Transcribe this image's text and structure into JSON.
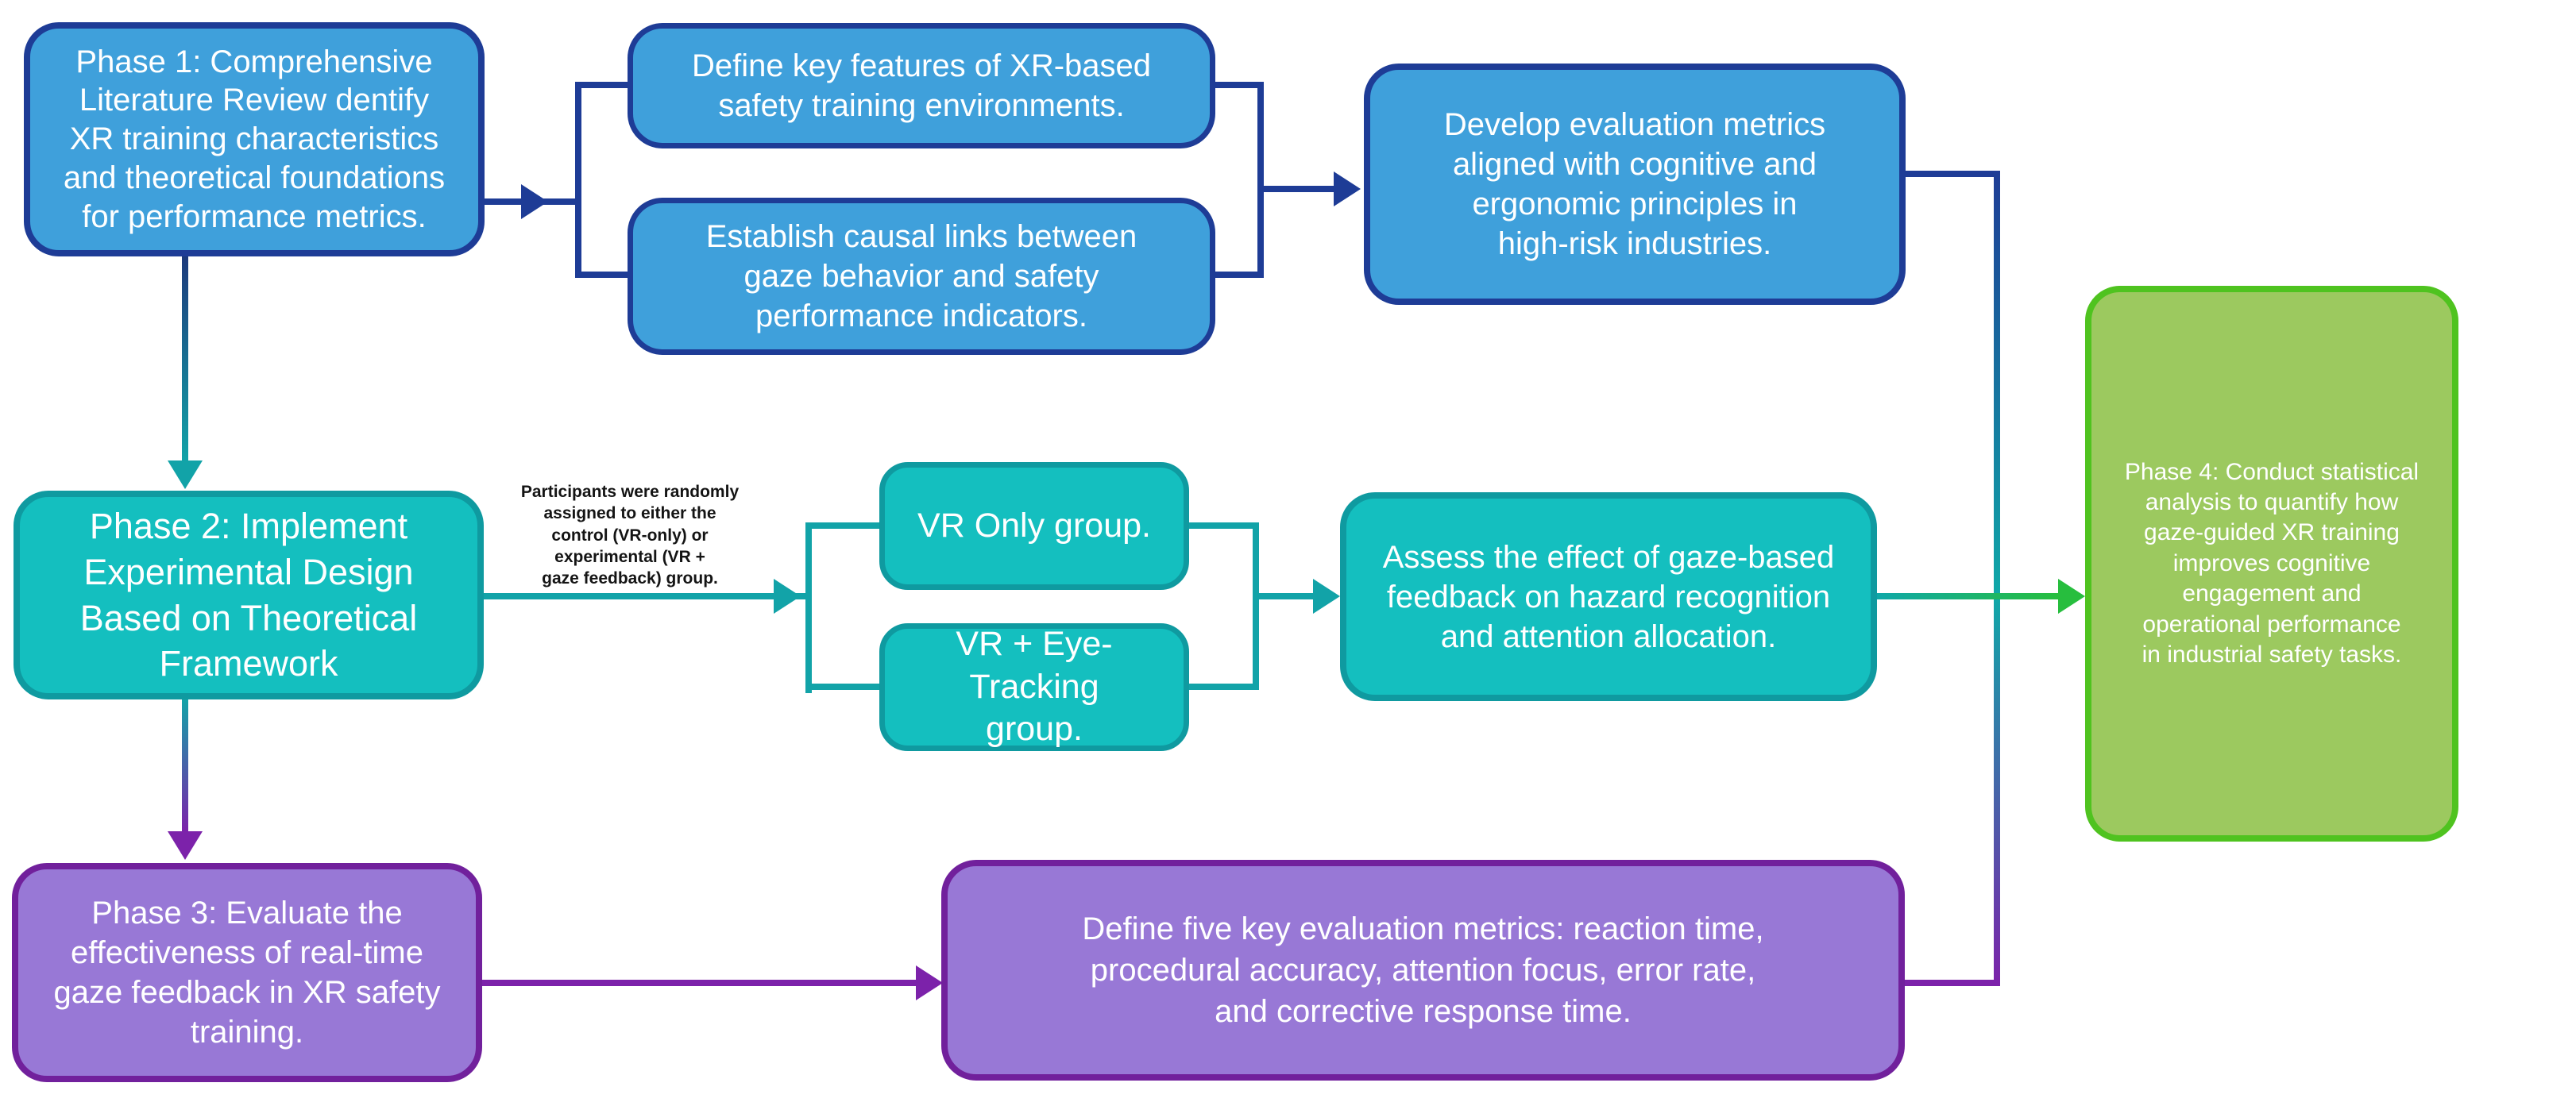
{
  "palette": {
    "background": "#ffffff",
    "blue_fill": "#3fa0db",
    "blue_border": "#1e3c96",
    "teal_fill": "#14bfbf",
    "teal_border": "#0f9aa0",
    "purple_fill": "#9878d6",
    "purple_border": "#71209c",
    "green_fill": "#9cc95f",
    "green_border": "#4fc31f",
    "navy_connector": "#1e3c96",
    "teal_connector": "#12a3a8",
    "purple_connector": "#7c22aa",
    "green_connector": "#27be3e",
    "node_text_color": "#ffffff",
    "annotation_text_color": "#141414"
  },
  "nodes": {
    "phase1": {
      "text": "Phase 1: Comprehensive\nLiterature Review dentify\nXR training characteristics\nand theoretical foundations\nfor performance metrics."
    },
    "define_features": {
      "text": "Define key features of XR-based\nsafety training environments."
    },
    "establish_links": {
      "text": "Establish causal links between\ngaze behavior and safety\nperformance indicators."
    },
    "develop_metrics": {
      "text": "Develop evaluation metrics\naligned with cognitive and\nergonomic principles in\nhigh-risk industries."
    },
    "phase2": {
      "text": "Phase 2: Implement\nExperimental Design\nBased on Theoretical\nFramework"
    },
    "vr_only": {
      "text": "VR Only group."
    },
    "vr_eye_tracking": {
      "text": "VR + Eye-Tracking\ngroup."
    },
    "assess": {
      "text": "Assess the effect of gaze-based\nfeedback on hazard recognition\nand attention allocation."
    },
    "phase3": {
      "text": "Phase 3: Evaluate the\neffectiveness of real-time\ngaze feedback in XR safety\ntraining."
    },
    "define_metrics": {
      "text": "Define five key evaluation metrics: reaction time,\nprocedural accuracy, attention focus, error rate,\nand corrective response time."
    },
    "phase4": {
      "text": "Phase 4: Conduct statistical\nanalysis to quantify how\ngaze-guided XR training\nimproves cognitive\nengagement and\noperational performance\nin industrial safety tasks."
    }
  },
  "annotation": {
    "text": "Participants were randomly\nassigned to either the\ncontrol (VR-only) or\nexperimental (VR +\ngaze feedback) group."
  }
}
